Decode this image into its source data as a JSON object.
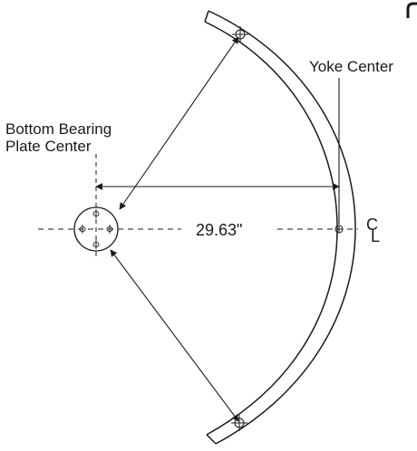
{
  "labels": {
    "yoke_center": "Yoke Center",
    "bottom_bearing_line1": "Bottom  Bearing",
    "bottom_bearing_line2": "Plate Center",
    "distance": "29.63\"",
    "centerline_symbol": "C",
    "centerline_subscript": "L"
  },
  "colors": {
    "line": "#1a1a1a",
    "background": "#ffffff"
  },
  "icons": {
    "dimension_arrowhead": "arrowhead-icon",
    "hole_symbol": "phi-hole-icon",
    "crosshair": "crosshair-icon"
  }
}
